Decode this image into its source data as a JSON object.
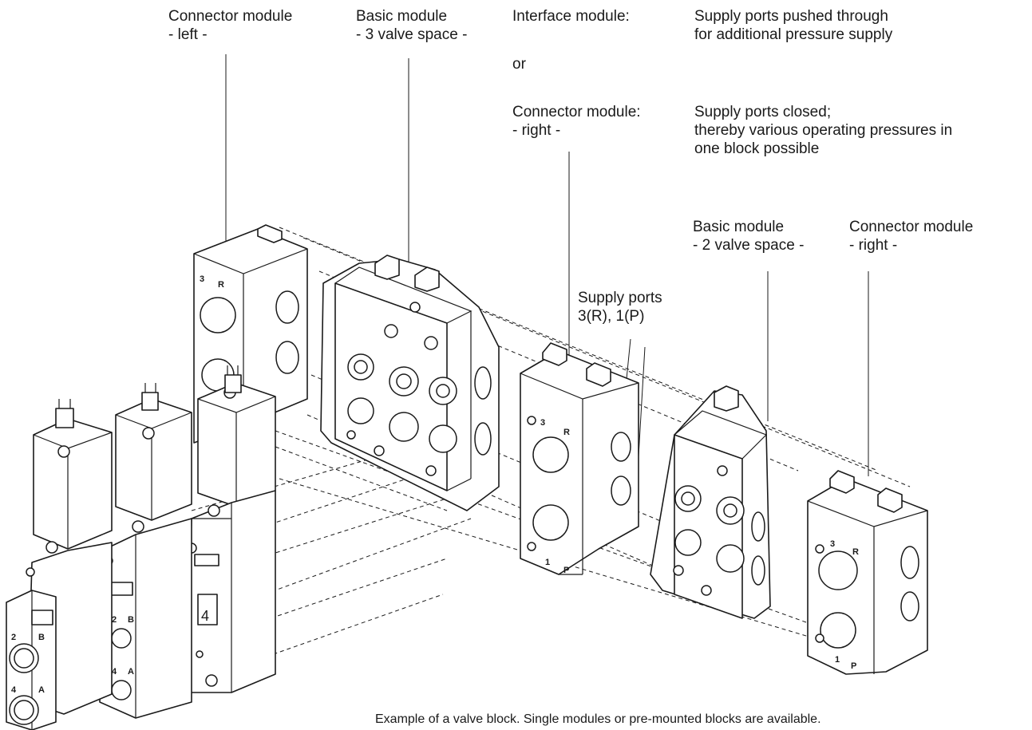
{
  "labels": {
    "connector_left": {
      "line1": "Connector module",
      "line2": "- left -"
    },
    "basic_3": {
      "line1": "Basic module",
      "line2": "- 3 valve space -"
    },
    "interface": {
      "line1": "Interface module:"
    },
    "interface_desc": {
      "line1": "Supply ports pushed through",
      "line2": "for additional pressure supply"
    },
    "or": "or",
    "connector_right_colon": {
      "line1": "Connector module:",
      "line2": "- right -"
    },
    "connector_right_desc": {
      "line1": "Supply ports closed;",
      "line2": "thereby various operating pressures in",
      "line3": "one block possible"
    },
    "basic_2": {
      "line1": "Basic module",
      "line2": "- 2 valve space -"
    },
    "connector_right": {
      "line1": "Connector module",
      "line2": "- right -"
    },
    "supply_ports": {
      "line1": "Supply ports",
      "line2": "3(R), 1(P)"
    }
  },
  "port_marks": {
    "r3": "3",
    "r": "R",
    "p1": "1",
    "p": "P",
    "b2": "2",
    "b": "B",
    "a4": "4",
    "a": "A",
    "valve_number": "4"
  },
  "caption": "Example of a valve block. Single modules or pre-mounted blocks are available."
}
